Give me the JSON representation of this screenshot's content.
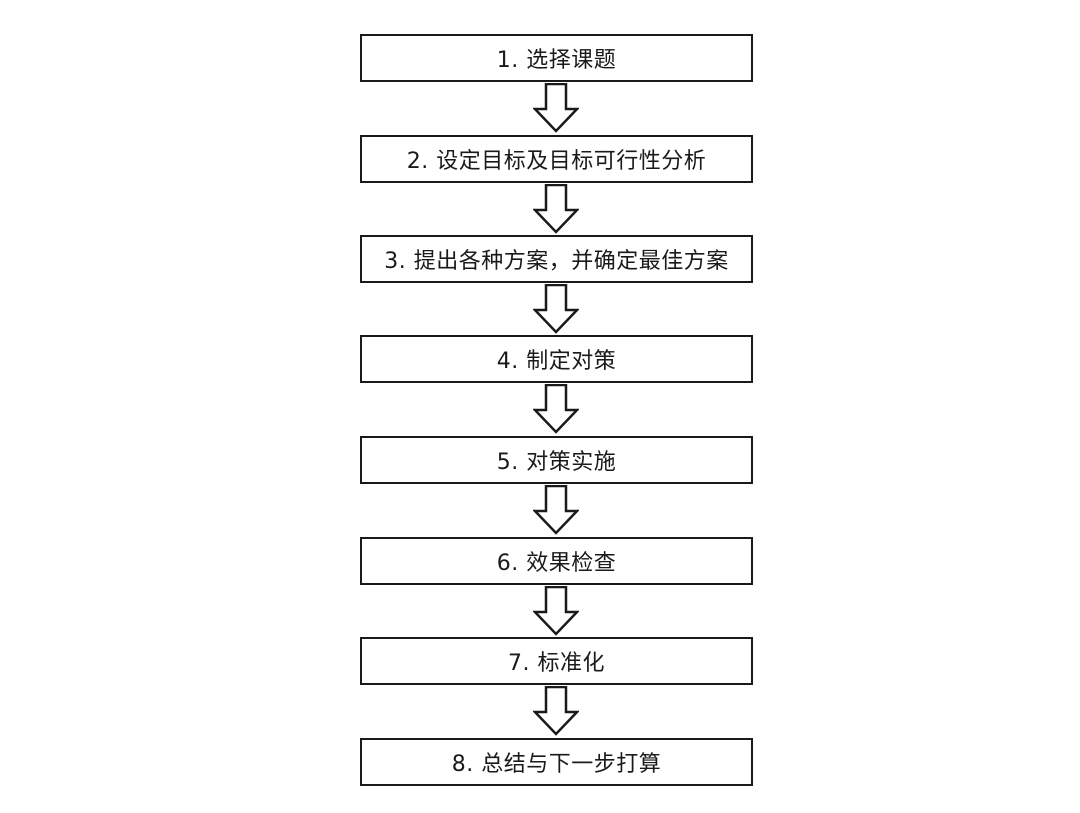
{
  "steps": [
    {
      "label": "1. 选择课题"
    },
    {
      "label": "2. 设定目标及目标可行性分析"
    },
    {
      "label": "3. 提出各种方案，并确定最佳方案"
    },
    {
      "label": "4. 制定对策"
    },
    {
      "label": "5. 对策实施"
    },
    {
      "label": "6. 效果检查"
    },
    {
      "label": "7. 标准化"
    },
    {
      "label": "8. 总结与下一步打算"
    }
  ],
  "colors": {
    "stroke": "#1a1a1a",
    "fill": "#ffffff",
    "background": "#ffffff"
  }
}
